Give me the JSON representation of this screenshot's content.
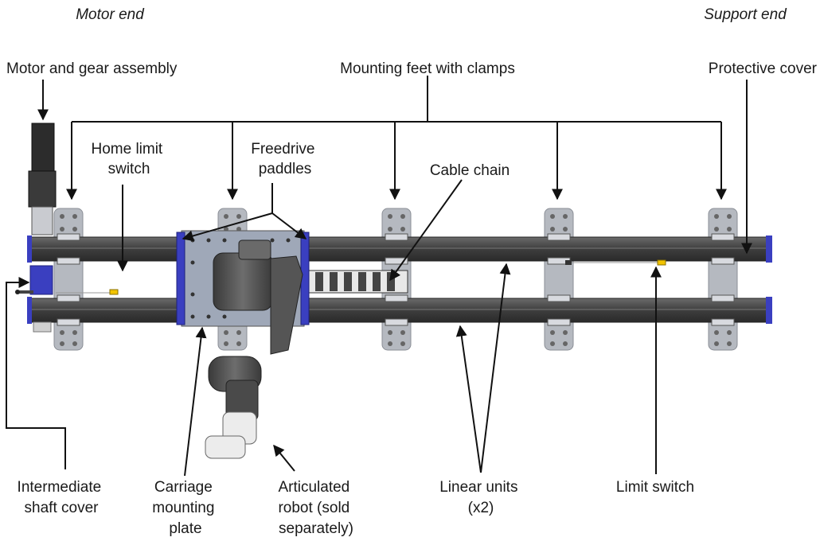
{
  "ends": {
    "motor": "Motor end",
    "support": "Support end"
  },
  "callouts": {
    "motor_gear": [
      "Motor and gear assembly"
    ],
    "mounting_feet": [
      "Mounting feet with clamps"
    ],
    "protective_cover": [
      "Protective cover"
    ],
    "home_limit": [
      "Home limit",
      "switch"
    ],
    "freedrive": [
      "Freedrive",
      "paddles"
    ],
    "cable_chain": [
      "Cable chain"
    ],
    "intermediate_shaft": [
      "Intermediate",
      "shaft cover"
    ],
    "carriage_plate": [
      "Carriage",
      "mounting",
      "plate"
    ],
    "robot": [
      "Articulated",
      "robot (sold",
      "separately)"
    ],
    "linear_units": [
      "Linear units",
      "(x2)"
    ],
    "limit_switch": [
      "Limit switch"
    ]
  },
  "colors": {
    "rail": "#4a4a4a",
    "rail_dark": "#2d2d2d",
    "end_cap": "#3a3fc0",
    "foot_plate": "#b5b9c0",
    "carriage_plate": "#9fa8b8",
    "robot": "#5a5a5a",
    "robot_white": "#ececec"
  }
}
